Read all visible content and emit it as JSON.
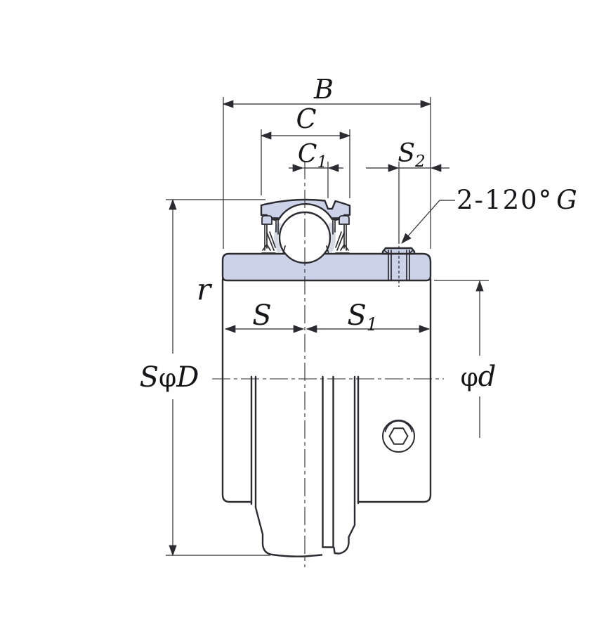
{
  "title": "Insert bearing dimensional drawing",
  "colors": {
    "part_fill": "#ccd3e8",
    "line": "#2b2b31",
    "text": "#15151a",
    "bg": "#ffffff",
    "land_gray": "#d6dae4"
  },
  "labels": {
    "width_b": "B",
    "width_c": "C",
    "width_c1_main": "C",
    "width_c1_sub": "1",
    "offset_s2_main": "S",
    "offset_s2_sub": "2",
    "screw_note_prefix": "2-120°",
    "screw_note_thread": "G",
    "corner_radius": "r",
    "sphere_dia_s": "S",
    "sphere_dia_phi": "φ",
    "sphere_dia_big_d": "D",
    "offset_s": "S",
    "offset_s1_main": "S",
    "offset_s1_sub": "1",
    "bore_phi": "φ",
    "bore_d": "d"
  }
}
